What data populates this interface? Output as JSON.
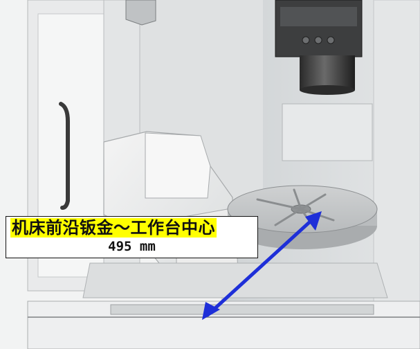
{
  "annotation": {
    "title": "机床前沿钣金～工作台中心",
    "value": "495 mm",
    "highlight_color": "#ffff00",
    "arrow_color": "#1e2fd8",
    "arrow_icon": "double-headed-arrow"
  }
}
